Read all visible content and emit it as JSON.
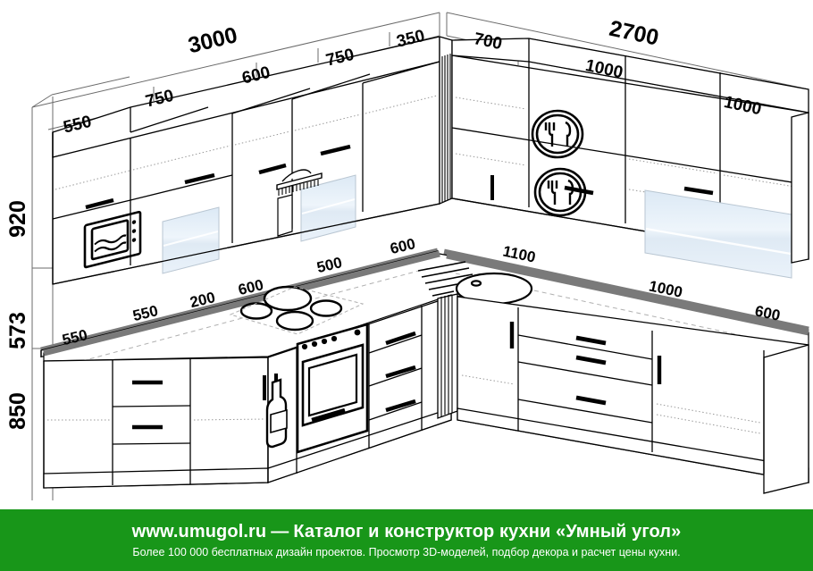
{
  "diagram": {
    "type": "isometric-kitchen-layout",
    "title": "L-shaped corner kitchen layout",
    "colors": {
      "outline": "#000000",
      "countertop_edge": "#7a7a7a",
      "glass": "#e8f1f9",
      "banner_green": "#189619",
      "banner_text": "#ffffff"
    },
    "dimensions": {
      "overall": [
        {
          "id": "wall-left-total",
          "value": "3000"
        },
        {
          "id": "wall-right-total",
          "value": "2700"
        }
      ],
      "upper_left_wall": [
        {
          "id": "upper-l-1",
          "value": "750"
        },
        {
          "id": "upper-l-2",
          "value": "600"
        },
        {
          "id": "upper-l-3",
          "value": "750"
        },
        {
          "id": "upper-l-4",
          "value": "350"
        }
      ],
      "upper_right_wall": [
        {
          "id": "upper-r-1",
          "value": "700"
        },
        {
          "id": "upper-r-2",
          "value": "1000"
        },
        {
          "id": "upper-r-3",
          "value": "1000"
        }
      ],
      "upper_depth": [
        {
          "id": "upper-depth-left",
          "value": "550"
        }
      ],
      "lower_left_wall": [
        {
          "id": "lower-l-1",
          "value": "550"
        },
        {
          "id": "lower-l-2",
          "value": "200"
        },
        {
          "id": "lower-l-3",
          "value": "600"
        },
        {
          "id": "lower-l-4",
          "value": "500"
        },
        {
          "id": "lower-l-5",
          "value": "600"
        }
      ],
      "lower_right_wall": [
        {
          "id": "lower-r-1",
          "value": "1100"
        },
        {
          "id": "lower-r-2",
          "value": "1000"
        },
        {
          "id": "lower-r-3",
          "value": "600"
        }
      ],
      "lower_depth": [
        {
          "id": "lower-depth-left",
          "value": "550"
        },
        {
          "id": "lower-depth-front",
          "value": "550"
        }
      ],
      "heights": [
        {
          "id": "height-upper",
          "value": "920"
        },
        {
          "id": "height-backsplash",
          "value": "573"
        },
        {
          "id": "height-base",
          "value": "850"
        }
      ]
    },
    "appliances": [
      {
        "id": "microwave",
        "label": "microwave-icon"
      },
      {
        "id": "extractor-hood",
        "label": "extractor-hood-icon"
      },
      {
        "id": "cooktop",
        "label": "cooktop-icon"
      },
      {
        "id": "oven",
        "label": "oven-icon"
      },
      {
        "id": "sink",
        "label": "sink-icon"
      },
      {
        "id": "bottle-rack",
        "label": "bottle-icon"
      },
      {
        "id": "dish-cabinet-1",
        "label": "fork-knife-icon"
      },
      {
        "id": "dish-cabinet-2",
        "label": "fork-knife-icon"
      }
    ]
  },
  "banner": {
    "site": "www.umugol.ru",
    "dash": "—",
    "headline": "Каталог и конструктор кухни «Умный угол»",
    "subline": "Более 100 000 бесплатных дизайн проектов. Просмотр 3D-моделей, подбор декора и расчет цены кухни."
  }
}
